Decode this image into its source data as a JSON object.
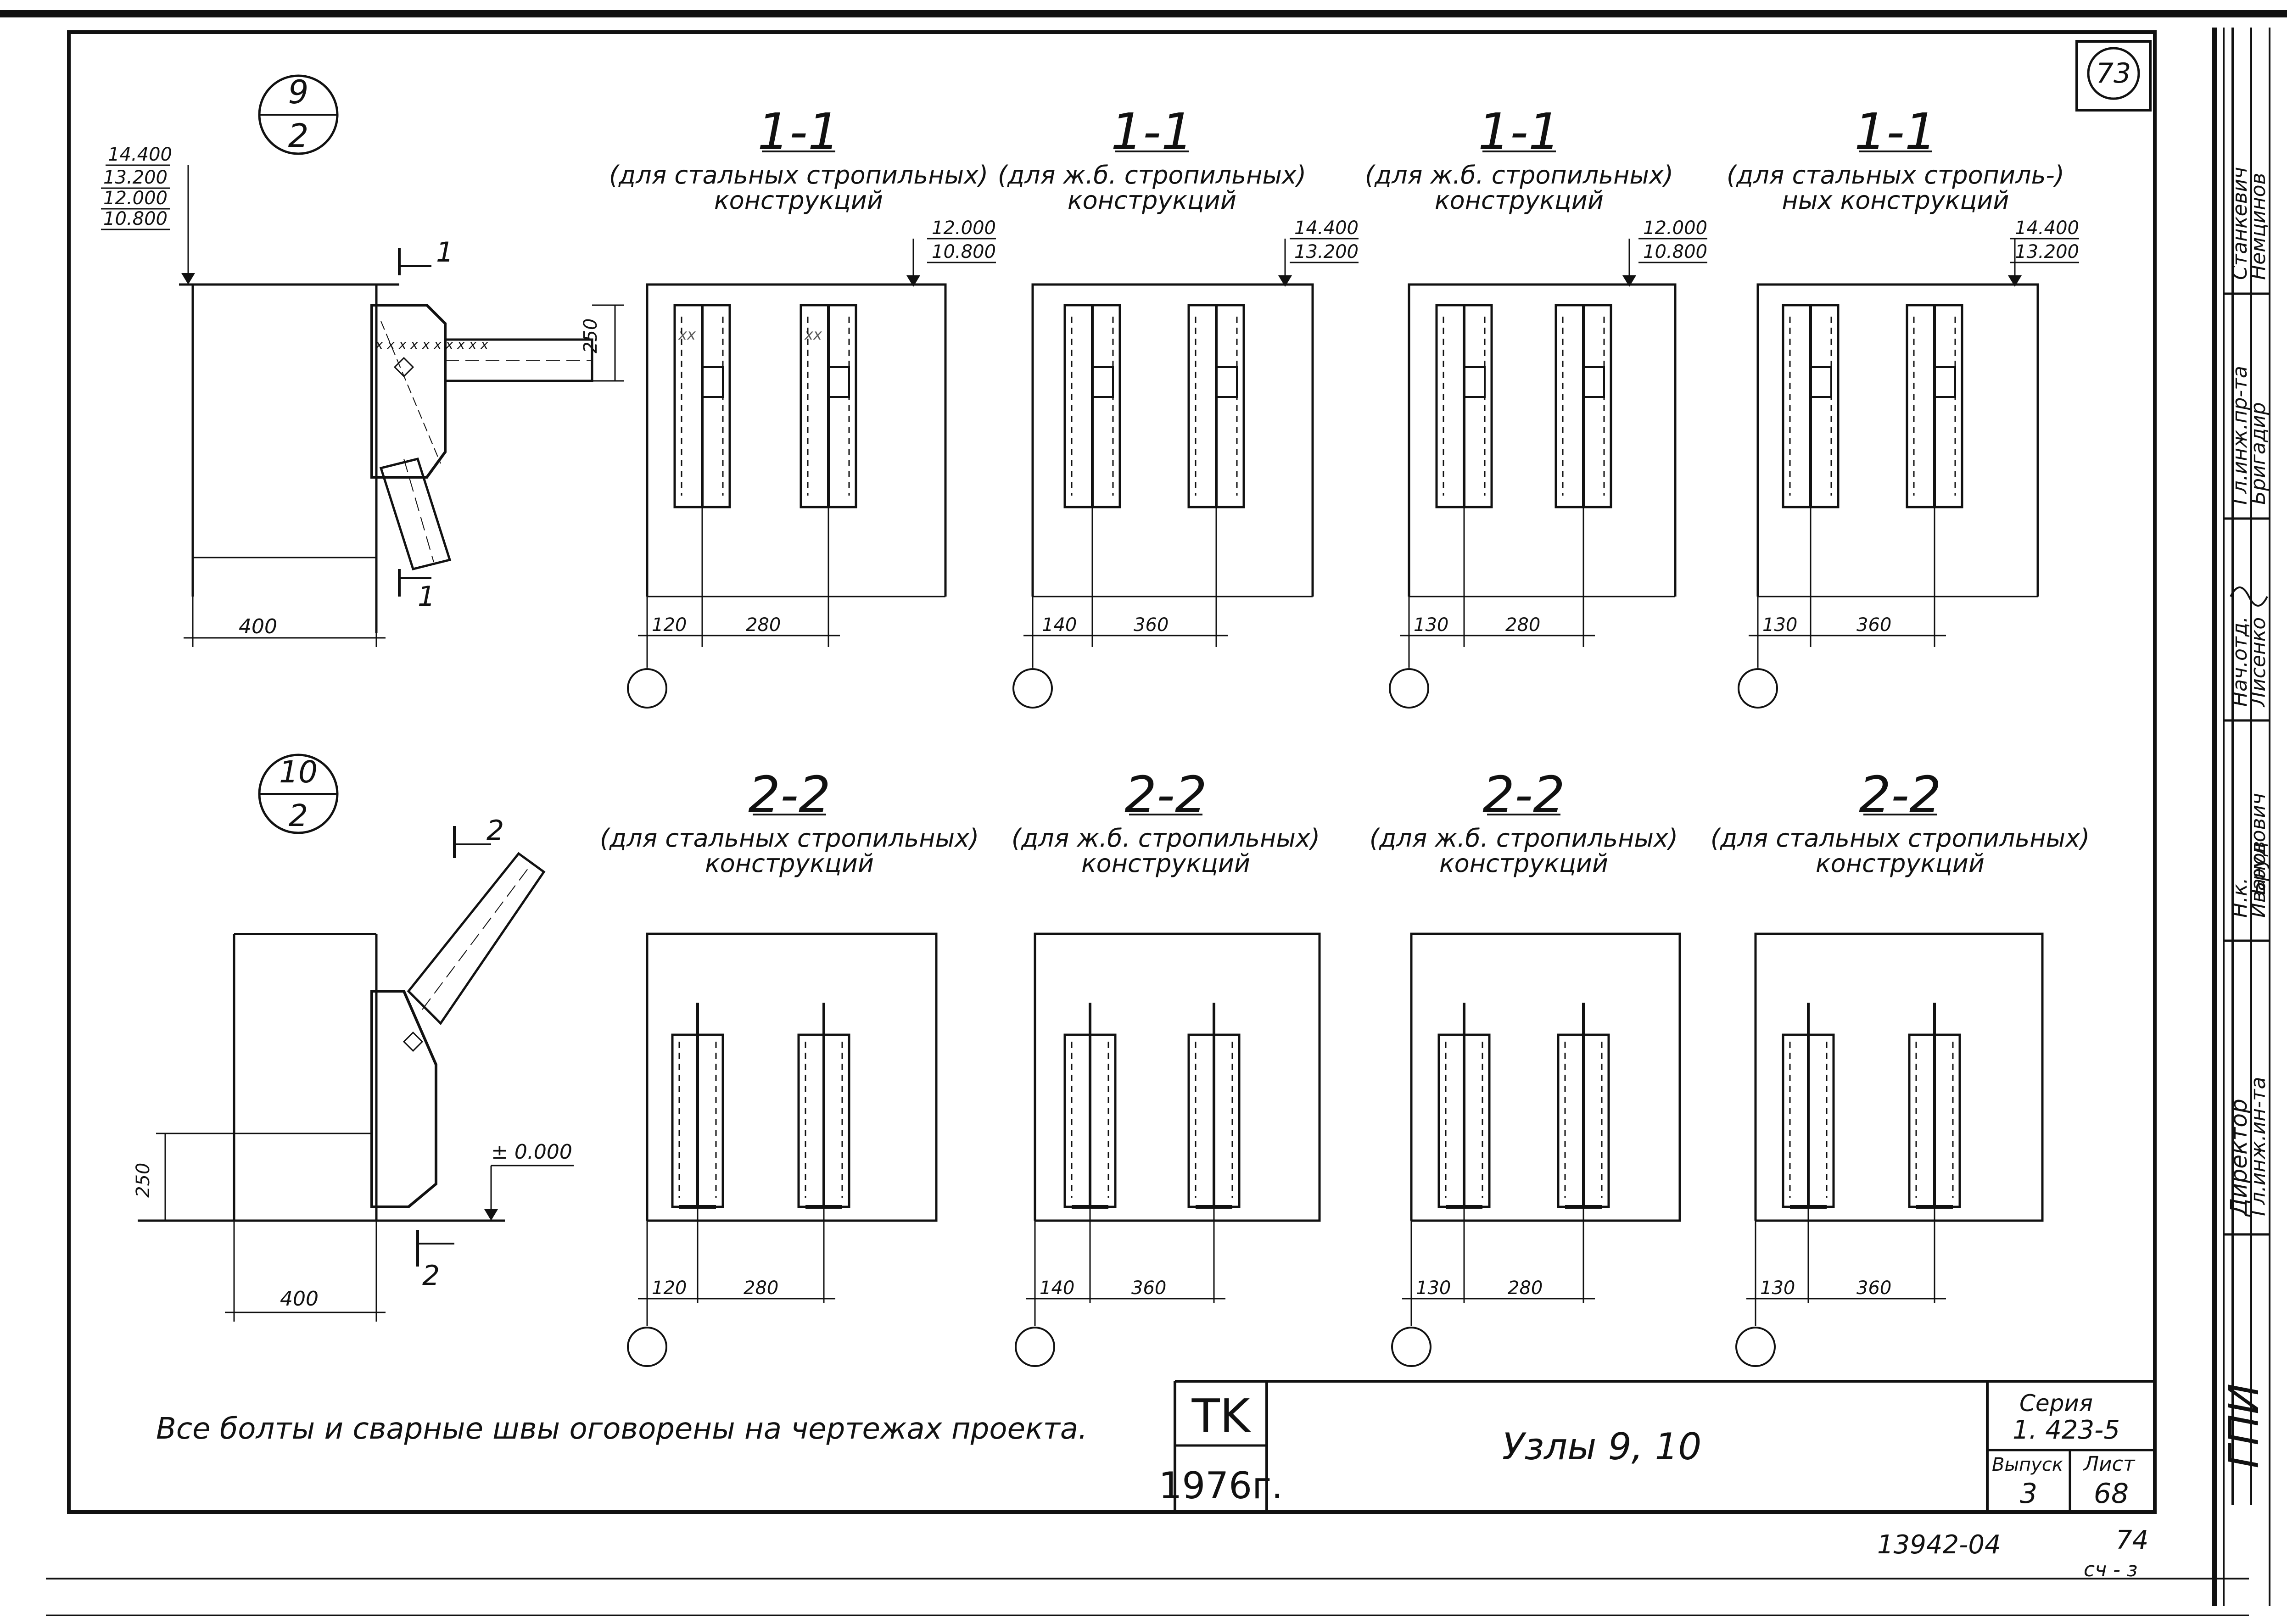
{
  "sheet": {
    "sheet_number": "73",
    "note": "Все болты и сварные швы оговорены на чертежах проекта.",
    "title": "Узлы 9, 10",
    "stamp": {
      "top": "TK",
      "bottom": "1976г."
    },
    "series_label": "Серия",
    "series_value": "1. 423-5",
    "issue_label": "Выпуск",
    "issue_value": "3",
    "list_label": "Лист",
    "list_value": "68",
    "archive_number": "13942-04",
    "corner_number": "74",
    "corner_note": "сч - з",
    "side_org": "ГПИ"
  },
  "node9": {
    "marker_top": "9",
    "marker_bottom": "2",
    "elevations": [
      "14.400",
      "13.200",
      "12.000",
      "10.800"
    ],
    "cut_label": "1",
    "dim_height": "250",
    "dim_width": "400"
  },
  "node10": {
    "marker_top": "10",
    "marker_bottom": "2",
    "cut_label": "2",
    "elevation": "± 0.000",
    "dim_height": "250",
    "dim_width": "400"
  },
  "sections_top": [
    {
      "title": "1-1",
      "caption_1": "(для стальных стропильных)",
      "caption_2": "конструкций",
      "elev_top": "12.000",
      "elev_bottom": "10.800",
      "dim_a": "120",
      "dim_b": "280"
    },
    {
      "title": "1-1",
      "caption_1": "(для ж.б. стропильных)",
      "caption_2": "конструкций",
      "elev_top": "14.400",
      "elev_bottom": "13.200",
      "dim_a": "140",
      "dim_b": "360"
    },
    {
      "title": "1-1",
      "caption_1": "(для ж.б. стропильных)",
      "caption_2": "конструкций",
      "elev_top": "12.000",
      "elev_bottom": "10.800",
      "dim_a": "130",
      "dim_b": "280"
    },
    {
      "title": "1-1",
      "caption_1": "(для стальных стропиль-)",
      "caption_2": "ных конструкций",
      "elev_top": "14.400",
      "elev_bottom": "13.200",
      "dim_a": "130",
      "dim_b": "360"
    }
  ],
  "sections_bottom": [
    {
      "title": "2-2",
      "caption_1": "(для стальных стропильных)",
      "caption_2": "конструкций",
      "dim_a": "120",
      "dim_b": "280"
    },
    {
      "title": "2-2",
      "caption_1": "(для ж.б. стропильных)",
      "caption_2": "конструкций",
      "dim_a": "140",
      "dim_b": "360"
    },
    {
      "title": "2-2",
      "caption_1": "(для ж.б. стропильных)",
      "caption_2": "конструкций",
      "dim_a": "130",
      "dim_b": "280"
    },
    {
      "title": "2-2",
      "caption_1": "(для стальных стропильных)",
      "caption_2": "конструкций",
      "dim_a": "130",
      "dim_b": "360"
    }
  ],
  "side_stamp": {
    "roles": [
      "Директор",
      "Гл.инж.ин-та",
      "Н.к.",
      "Нач.отд.",
      "Гл.инж.пр-та",
      "Бригадир"
    ],
    "names": [
      "Станкевич",
      "Немцинов",
      "Иванов",
      "Лисенко",
      "Брудович"
    ]
  }
}
